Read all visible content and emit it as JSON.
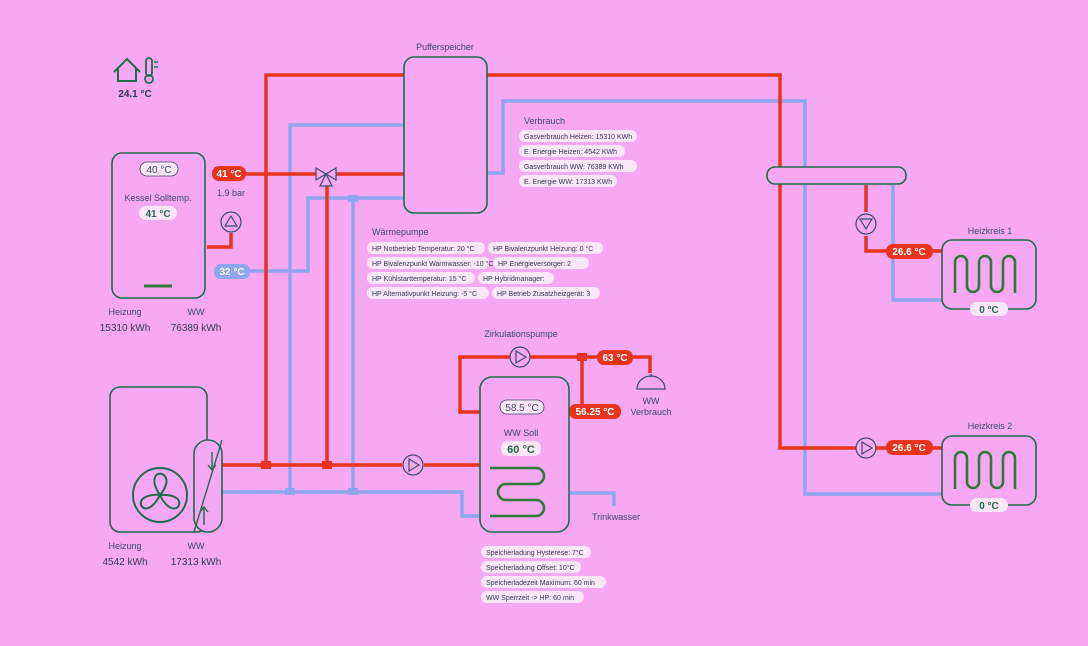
{
  "room": {
    "temperature": "24.1 °C"
  },
  "puffer": {
    "title": "Pufferspeicher"
  },
  "verbrauch": {
    "title": "Verbrauch",
    "items": [
      "Gasverbrauch Heizen: 15310 KWh",
      "E. Energie Heizen: 4542 KWh",
      "Gasverbrauch WW: 76389 KWh",
      "E. Energie WW: 17313 KWh"
    ]
  },
  "kessel": {
    "setpoint": "40 °C",
    "label": "Kessel Solltemp.",
    "value": "41 °C",
    "supply_temp": "41 °C",
    "pressure": "1.9 bar",
    "return_temp": "32 °C",
    "heizung_label": "Heizung",
    "heizung_value": "15310 kWh",
    "ww_label": "WW",
    "ww_value": "76389 kWh"
  },
  "waermepumpe": {
    "title": "Wärmepumpe",
    "items": [
      "HP Notbetrieb Temperatur: 20 °C",
      "HP Bivalenzpunkt Heizung: 0 °C",
      "HP Bivalenzpunkt Warmwasser: -10 °C",
      "HP Energieversorger: 2",
      "HP Kühlstarttemperatur: 15 °C",
      "HP Hybridmanager:",
      "HP Alternativpunkt Heizung: -5 °C",
      "HP Betrieb Zusatzheizgerät: 3"
    ],
    "heizung_label": "Heizung",
    "heizung_value": "4542 kWh",
    "ww_label": "WW",
    "ww_value": "17313 kWh"
  },
  "zirkulation": {
    "title": "Zirkulationspumpe",
    "temp_out": "63 °C",
    "temp_storage": "56.25 °C",
    "ww_verbrauch": "WW\nVerbrauch"
  },
  "ww_speicher": {
    "setpoint": "58.5 °C",
    "label": "WW Soll",
    "value": "60 °C",
    "trinkwasser": "Trinkwasser",
    "items": [
      "Speicherladung Hysterese: 7°C",
      "Speicherladung Offset: 10°C",
      "Speicherladezeit Maximum: 60 min",
      "WW Sperrzeit  -> HP: 60 min"
    ]
  },
  "heizkreis1": {
    "title": "Heizkreis 1",
    "supply_temp": "26.6 °C",
    "value": "0 °C"
  },
  "heizkreis2": {
    "title": "Heizkreis 2",
    "supply_temp": "26.6 °C",
    "value": "0 °C"
  },
  "colors": {
    "supply": "#e8341c",
    "return": "#8ea6ec",
    "frame": "#1f6b4a",
    "background": "#f7a8f3"
  }
}
